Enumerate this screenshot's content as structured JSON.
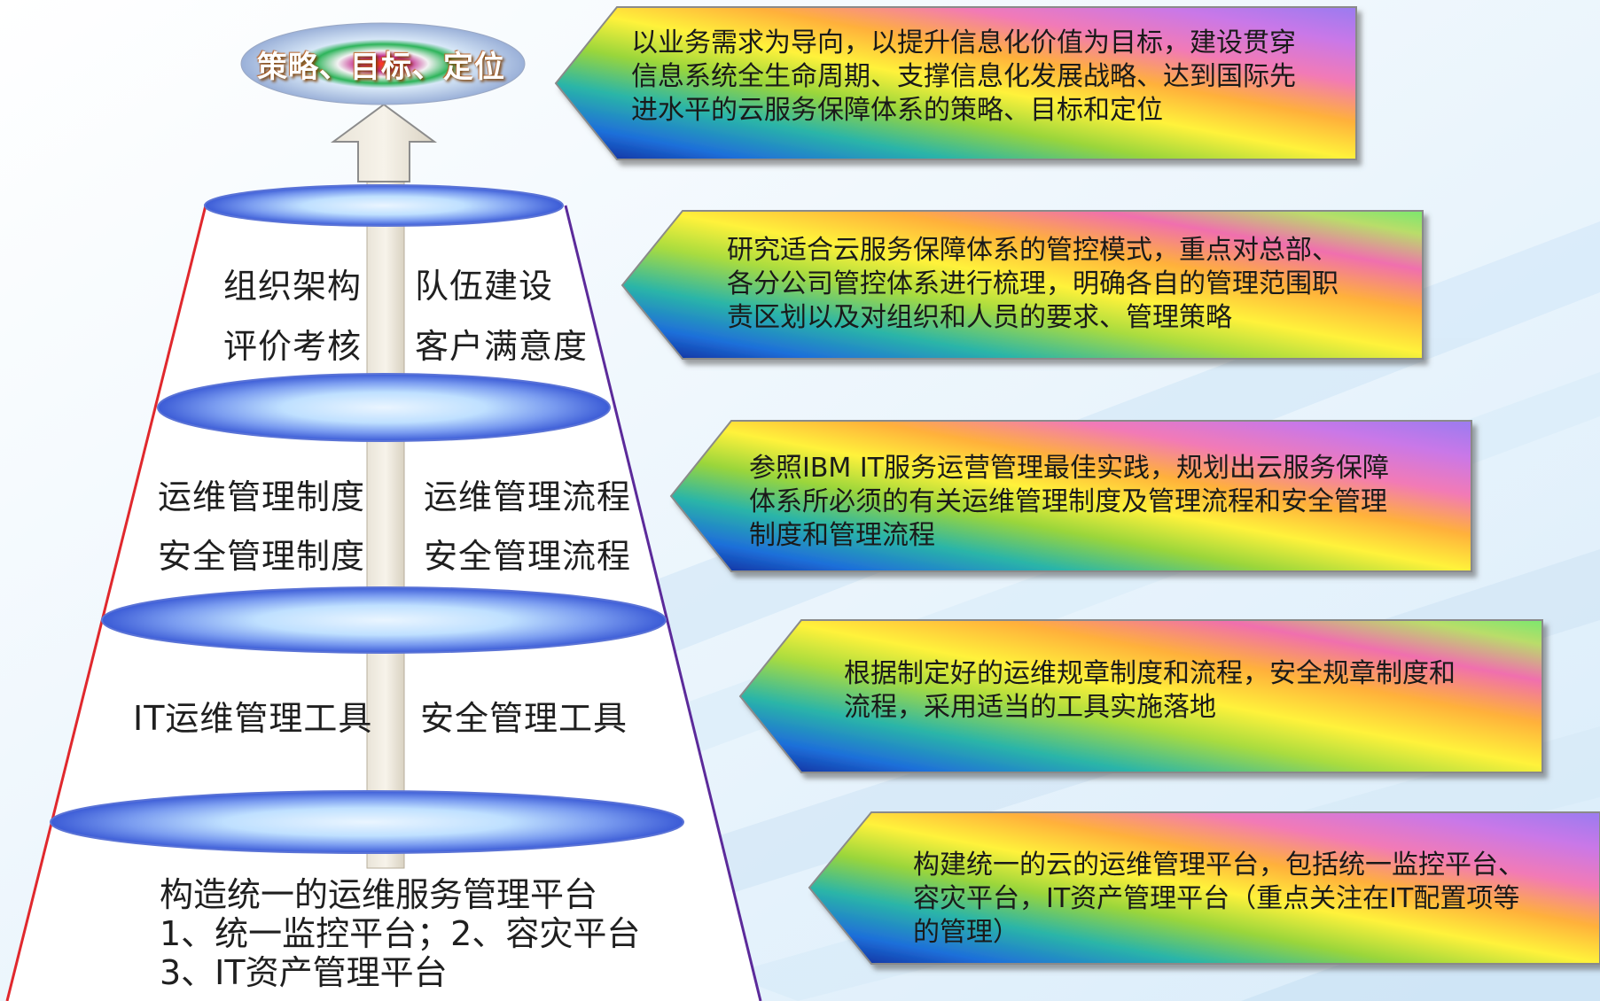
{
  "goal": {
    "label": "策略、目标、定位"
  },
  "tiers": [
    {
      "items": [
        "组织架构",
        "队伍建设",
        "评价考核",
        "客户满意度"
      ]
    },
    {
      "items": [
        "运维管理制度",
        "运维管理流程",
        "安全管理制度",
        "安全管理流程"
      ]
    },
    {
      "items": [
        "IT运维管理工具",
        "安全管理工具"
      ]
    },
    {
      "lines": [
        "构造统一的运维服务管理平台",
        "1、统一监控平台；2、容灾平台",
        "3、IT资产管理平台"
      ]
    }
  ],
  "callouts": [
    {
      "lines": [
        "以业务需求为导向，以提升信息化价值为目标，建设贯穿",
        "信息系统全生命周期、支撑信息化发展战略、达到国际先",
        "进水平的云服务保障体系的策略、目标和定位"
      ]
    },
    {
      "lines": [
        "研究适合云服务保障体系的管控模式，重点对总部、",
        "各分公司管控体系进行梳理，明确各自的管理范围职",
        "责区划以及对组织和人员的要求、管理策略"
      ]
    },
    {
      "lines": [
        "参照IBM IT服务运营管理最佳实践，规划出云服务保障",
        "体系所必须的有关运维管理制度及管理流程和安全管理",
        "制度和管理流程"
      ]
    },
    {
      "lines": [
        "根据制定好的运维规章制度和流程，安全规章制度和",
        "流程，采用适当的工具实施落地"
      ]
    },
    {
      "lines": [
        "构建统一的云的运维管理平台，包括统一监控平台、",
        "容灾平台，IT资产管理平台（重点关注在IT配置项等",
        "的管理）"
      ]
    }
  ]
}
